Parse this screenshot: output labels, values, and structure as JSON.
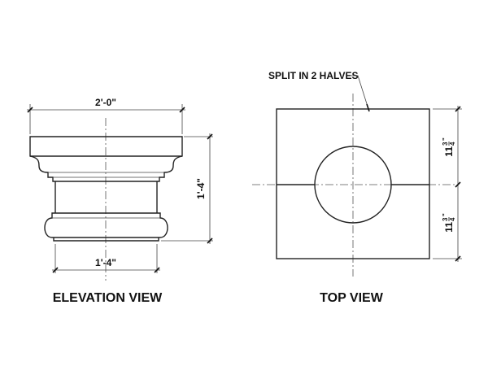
{
  "elevation": {
    "title": "ELEVATION VIEW",
    "top_width": "2'-0\"",
    "height": "1'-4\"",
    "base_width": "1'-4\""
  },
  "top_view": {
    "title": "TOP VIEW",
    "note": "SPLIT IN 2 HALVES",
    "dim_upper": {
      "whole": "11",
      "num": "3",
      "den": "4",
      "unit": "\""
    },
    "dim_lower": {
      "whole": "11",
      "num": "3",
      "den": "4",
      "unit": "\""
    }
  }
}
